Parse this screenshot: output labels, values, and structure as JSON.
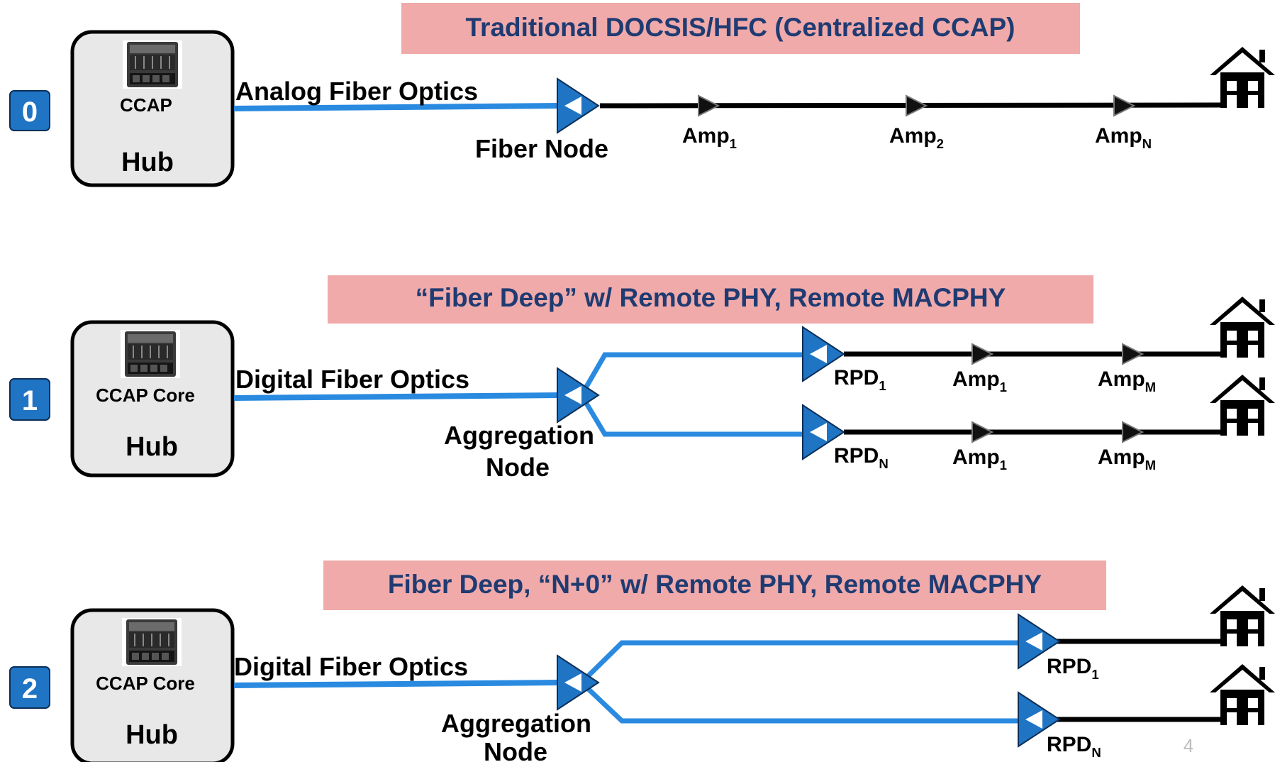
{
  "page_number": "4",
  "rows": [
    {
      "badge": "0",
      "banner": "Traditional DOCSIS/HFC (Centralized CCAP)",
      "hub": {
        "device_label": "CCAP",
        "title": "Hub"
      },
      "link_label": "Analog Fiber Optics",
      "node_label": "Fiber Node",
      "amps": [
        {
          "base": "Amp",
          "sub": "1"
        },
        {
          "base": "Amp",
          "sub": "2"
        },
        {
          "base": "Amp",
          "sub": "N"
        }
      ]
    },
    {
      "badge": "1",
      "banner": "“Fiber Deep” w/ Remote PHY, Remote MACPHY",
      "hub": {
        "device_label": "CCAP  Core",
        "title": "Hub"
      },
      "link_label": "Digital Fiber Optics",
      "node_label_line1": "Aggregation",
      "node_label_line2": "Node",
      "branches": [
        {
          "rpd": {
            "base": "RPD",
            "sub": "1"
          },
          "amps": [
            {
              "base": "Amp",
              "sub": "1"
            },
            {
              "base": "Amp",
              "sub": "M"
            }
          ]
        },
        {
          "rpd": {
            "base": "RPD",
            "sub": "N"
          },
          "amps": [
            {
              "base": "Amp",
              "sub": "1"
            },
            {
              "base": "Amp",
              "sub": "M"
            }
          ]
        }
      ]
    },
    {
      "badge": "2",
      "banner": "Fiber Deep, “N+0” w/ Remote PHY, Remote MACPHY",
      "hub": {
        "device_label": "CCAP  Core",
        "title": "Hub"
      },
      "link_label": "Digital Fiber Optics",
      "node_label_line1": "Aggregation",
      "node_label_line2": "Node",
      "branches": [
        {
          "rpd": {
            "base": "RPD",
            "sub": "1"
          }
        },
        {
          "rpd": {
            "base": "RPD",
            "sub": "N"
          }
        }
      ]
    }
  ],
  "icons": {
    "device": "ccap-chassis-icon",
    "amplifier": "amplifier-icon",
    "fiber_node": "fiber-node-icon",
    "home": "home-icon"
  },
  "colors": {
    "banner_bg": "#f0aaaa",
    "banner_text": "#1f3b72",
    "fiber": "#2a8ae0",
    "coax": "#000000",
    "node_fill": "#1f74c4",
    "badge_bg": "#1f74c4"
  }
}
